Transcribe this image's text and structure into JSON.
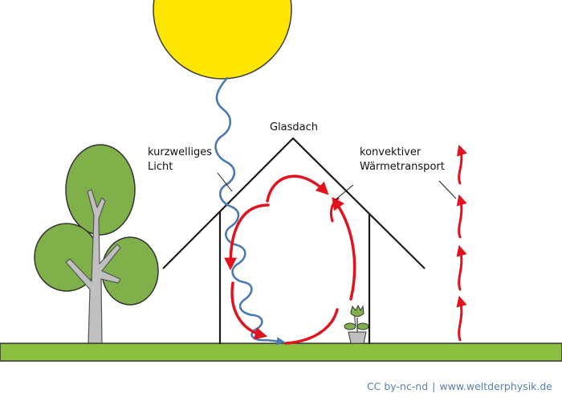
{
  "labels": {
    "glass_roof": "Glasdach",
    "light_line1": "kurzwelliges",
    "light_line2": "Licht",
    "convection_line1": "konvektiver",
    "convection_line2": "Wärmetransport"
  },
  "credit": {
    "license": "CC by-nc-nd",
    "separator": "|",
    "site": "www.weltderphysik.de"
  },
  "colors": {
    "sun": "#ffe600",
    "sun_outline": "#3a3a3a",
    "ground": "#8cbf3f",
    "tree_foliage": "#7fb04a",
    "trunk": "#c0c0c0",
    "light_wave": "#4a78b0",
    "heat_arrows": "#e3121f",
    "outline": "#1a1a1a",
    "credit_text": "#5a7fa8"
  },
  "icons": [
    "sun-icon",
    "tree-icon",
    "potted-plant-icon"
  ]
}
